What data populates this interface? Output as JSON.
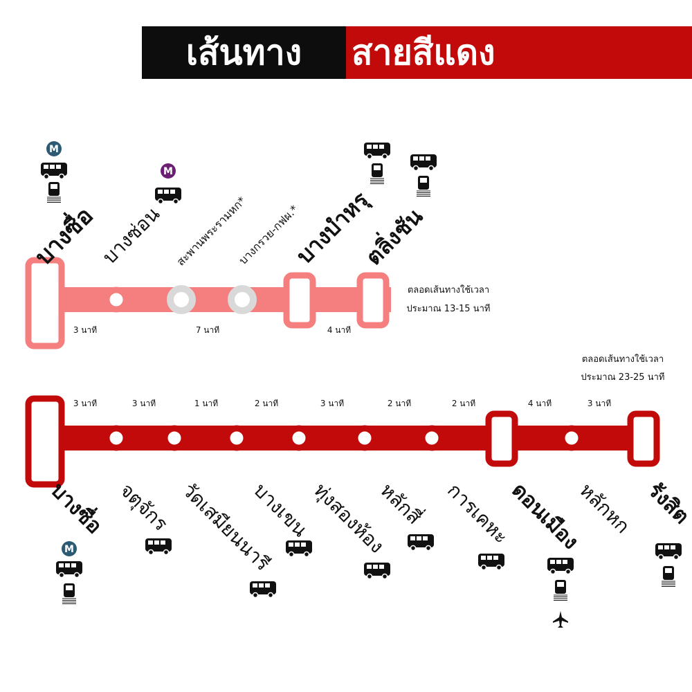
{
  "title": {
    "part1": "เส้นทาง",
    "part2": "สายสีแดง"
  },
  "colors": {
    "light_red": "#f57f7f",
    "dark_red": "#c20a0a",
    "future_station": "#d9d9d9",
    "mrt_blue": "#2d5a73",
    "mrt_purple": "#6b1f73"
  },
  "light_line": {
    "stations": [
      {
        "name": "บางซื่อ",
        "type": "terminal",
        "icons": [
          "metro-blue",
          "bus",
          "train"
        ]
      },
      {
        "name": "บางซ่อน",
        "type": "station",
        "icons": [
          "metro-purple",
          "bus"
        ]
      },
      {
        "name": "สะพานพระรามหก*",
        "type": "future",
        "icons": []
      },
      {
        "name": "บางกรวย-กฟผ.*",
        "type": "future",
        "icons": []
      },
      {
        "name": "บางบำหรุ",
        "type": "major",
        "icons": [
          "bus",
          "train"
        ]
      },
      {
        "name": "ตลิ่งชัน",
        "type": "major",
        "icons": [
          "bus",
          "train"
        ]
      }
    ],
    "times": [
      "3 นาที",
      "7 นาที",
      "4 นาที"
    ],
    "total_line1": "ตลอดเส้นทางใช้เวลา",
    "total_line2": "ประมาณ 13-15 นาที"
  },
  "dark_line": {
    "stations": [
      {
        "name": "บางซื่อ",
        "type": "terminal",
        "icons": [
          "metro-blue",
          "bus",
          "train"
        ]
      },
      {
        "name": "จตุจักร",
        "type": "station",
        "icons": [
          "bus"
        ]
      },
      {
        "name": "วัดเสมียนนารี",
        "type": "station",
        "icons": [
          "bus"
        ]
      },
      {
        "name": "บางเขน",
        "type": "station",
        "icons": [
          "bus"
        ]
      },
      {
        "name": "ทุ่งสองห้อง",
        "type": "station",
        "icons": [
          "bus"
        ]
      },
      {
        "name": "หลักสี่",
        "type": "station",
        "icons": [
          "bus"
        ]
      },
      {
        "name": "การเคหะ",
        "type": "station",
        "icons": [
          "bus"
        ]
      },
      {
        "name": "ดอนเมือง",
        "type": "major",
        "icons": [
          "bus",
          "train",
          "plane"
        ]
      },
      {
        "name": "หลักหก",
        "type": "station",
        "icons": []
      },
      {
        "name": "รังสิต",
        "type": "major",
        "icons": [
          "bus",
          "train"
        ]
      }
    ],
    "times": [
      "3 นาที",
      "3 นาที",
      "1 นาที",
      "2 นาที",
      "3 นาที",
      "2 นาที",
      "2 นาที",
      "4 นาที",
      "3 นาที"
    ],
    "total_line1": "ตลอดเส้นทางใช้เวลา",
    "total_line2": "ประมาณ 23-25 นาที"
  }
}
